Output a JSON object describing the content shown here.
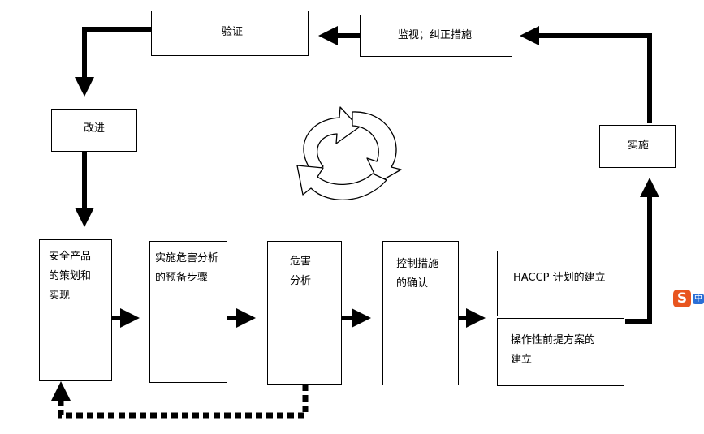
{
  "boxes": {
    "verify": "验证",
    "monitor": "监视；纠正措施",
    "improve": "改进",
    "implement": "实施",
    "planning": [
      "安全产品",
      "的策划和",
      "实现"
    ],
    "prep": [
      "实施危害分析",
      "的预备步骤"
    ],
    "hazard": [
      "危害",
      "分析"
    ],
    "confirm": [
      "控制措施",
      "的确认"
    ],
    "haccp": "HACCP 计划的建立",
    "prereq": [
      "操作性前提方案的",
      "建立"
    ]
  },
  "flow_icon": "circular-arrows-icon",
  "taskbar": {
    "icon": "sogou-input-icon",
    "letter": "S",
    "tail": "中"
  },
  "colors": {
    "line": "#000000",
    "background": "#ffffff",
    "sogou_orange": "#e8551f",
    "sogou_blue": "#2a6fd6"
  }
}
